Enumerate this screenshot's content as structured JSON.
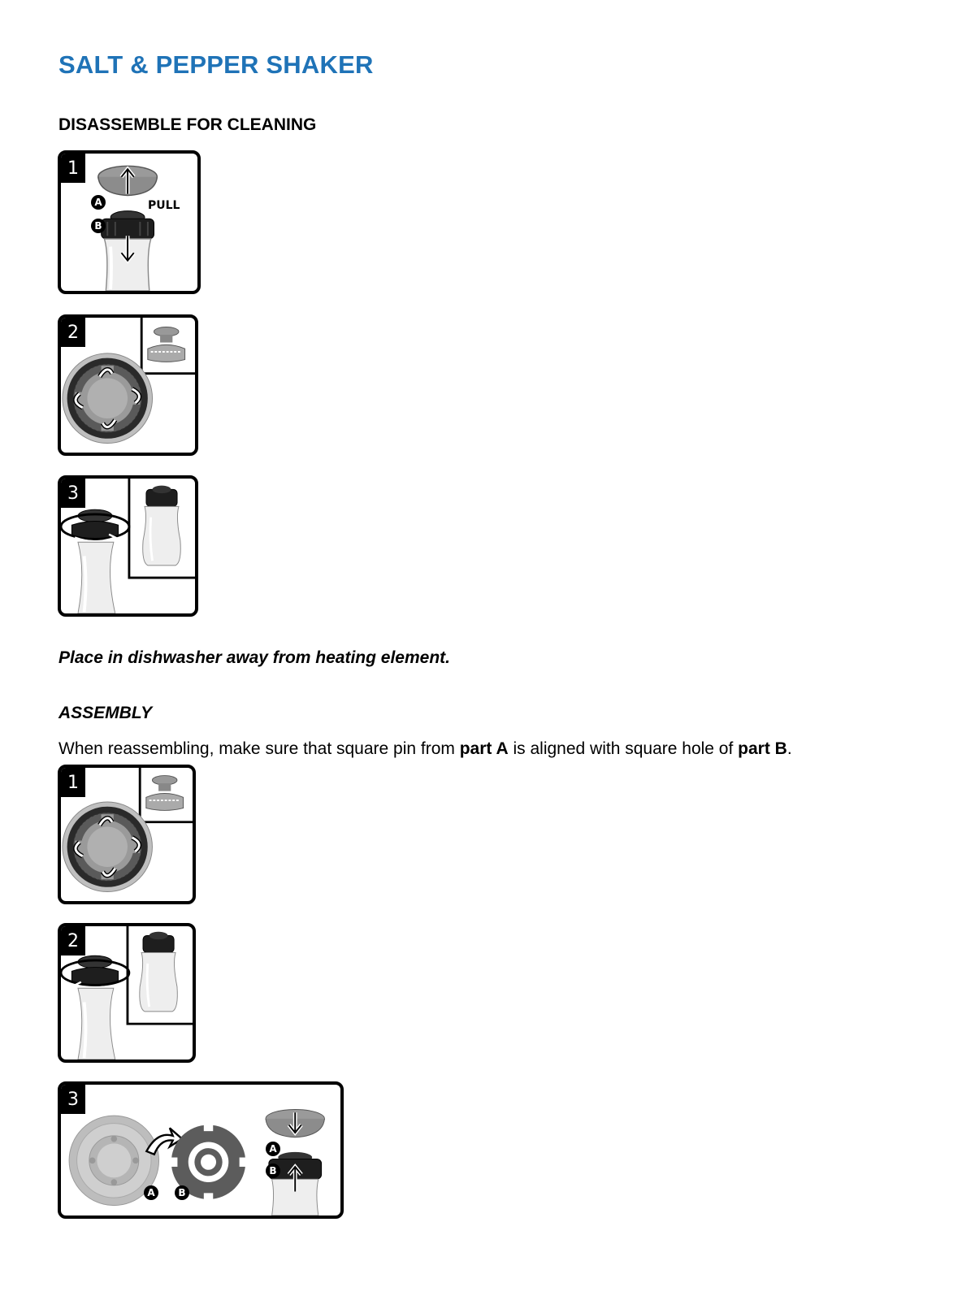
{
  "document": {
    "title": "SALT & PEPPER SHAKER",
    "disassemble": {
      "heading": "DISASSEMBLE FOR CLEANING",
      "steps": [
        {
          "number": "1",
          "labels": {
            "a": "A",
            "b": "B",
            "pull": "PULL"
          }
        },
        {
          "number": "2"
        },
        {
          "number": "3"
        }
      ],
      "note": "Place in dishwasher away from heating element."
    },
    "assembly": {
      "heading": "ASSEMBLY",
      "instruction": {
        "part1": "When reassembling, make sure that square pin from ",
        "bold1": "part A",
        "part2": " is aligned with square hole of ",
        "bold2": "part B",
        "part3": "."
      },
      "steps": [
        {
          "number": "1"
        },
        {
          "number": "2"
        },
        {
          "number": "3",
          "labels": {
            "a": "A",
            "b": "B"
          }
        }
      ]
    }
  },
  "colors": {
    "title": "#1f73b7"
  }
}
